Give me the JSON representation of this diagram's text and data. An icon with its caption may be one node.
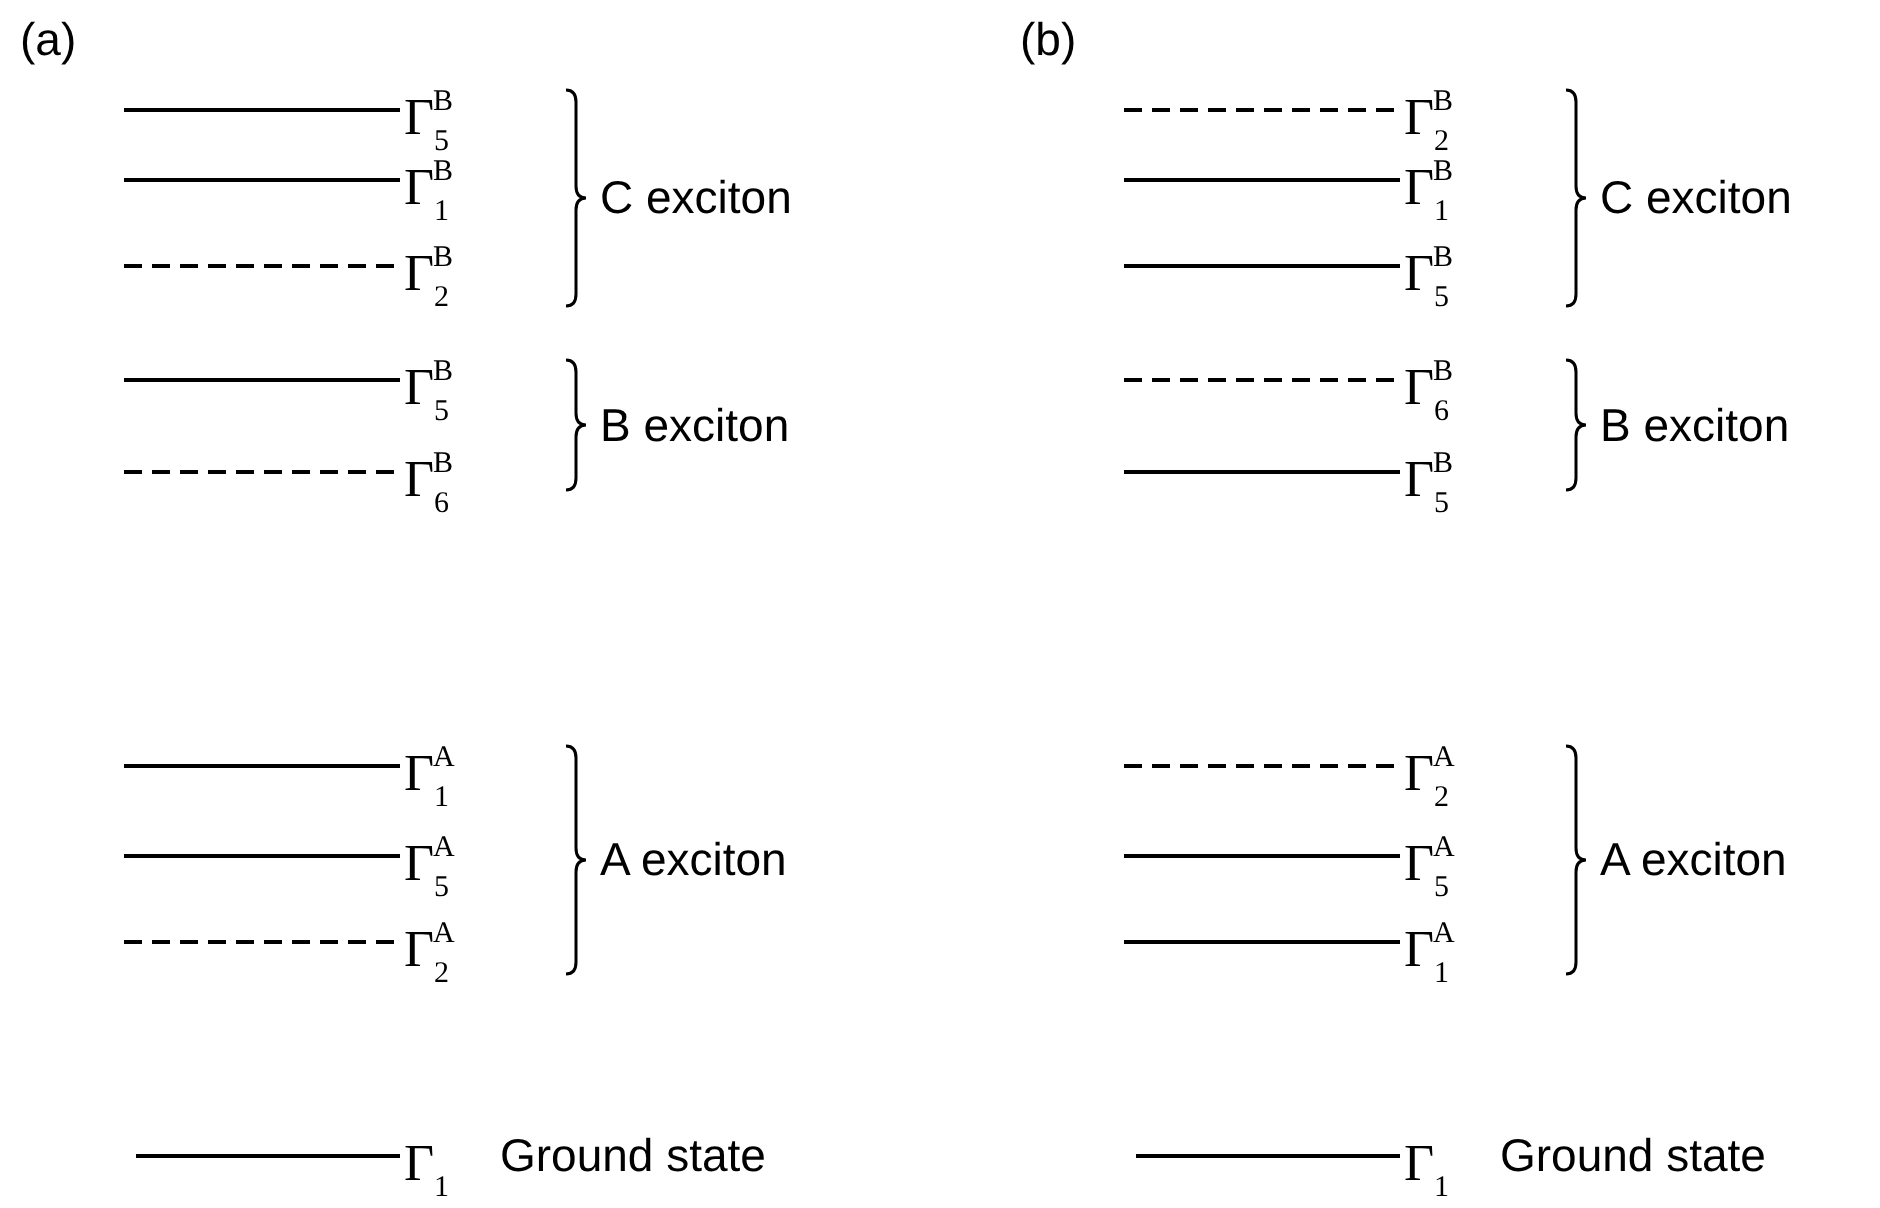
{
  "diagram": {
    "labels": [
      "(a)",
      "Γ$_{5}$$^{B}$",
      "Γ$_{1}$$^{B}$",
      "Γ$_{2}$$^{B}$",
      "C exciton",
      "Γ$_{5}$$^{B}$",
      "Γ$_{6}$$^{B}$",
      "B exciton",
      "Γ$_{1}$$^{A}$",
      "Γ$_{5}$$^{A}$",
      "Γ$_{2}$$^{A}$",
      "A exciton",
      "Γ$_{1}$",
      "Ground state",
      "(b)",
      "Γ$_{2}$$^{B}$",
      "Γ$_{1}$$^{B}$",
      "Γ$_{5}$$^{B}$",
      "C exciton",
      "Γ$_{6}$$^{B}$",
      "Γ$_{5}$$^{B}$",
      "B exciton",
      "Γ$_{2}$$^{A}$",
      "Γ$_{5}$$^{A}$",
      "Γ$_{1}$$^{A}$",
      "A exciton",
      "Γ$_{1}$",
      "Ground state"
    ]
  }
}
